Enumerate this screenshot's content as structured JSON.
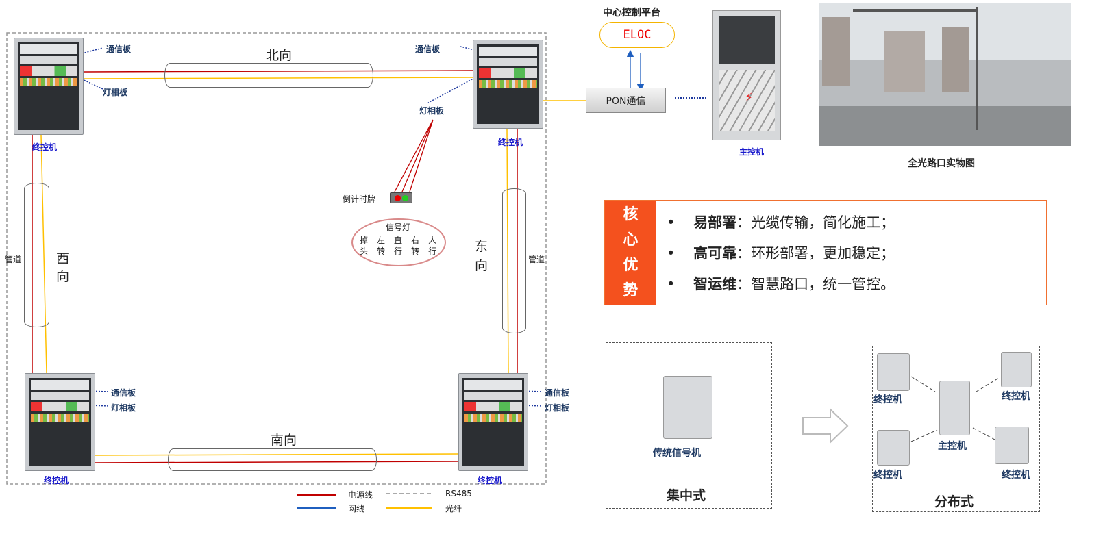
{
  "cabinets": {
    "label": "终控机",
    "comm_board": "通信板",
    "lamp_board": "灯相板"
  },
  "directions": {
    "north": "北向",
    "south": "南向",
    "west": "西向",
    "east": "东向",
    "pipe": "管道"
  },
  "countdown": "倒计时牌",
  "signal": {
    "title": "信号灯",
    "items": [
      [
        "掉",
        "头"
      ],
      [
        "左",
        "转"
      ],
      [
        "直",
        "行"
      ],
      [
        "右",
        "转"
      ],
      [
        "人",
        "行"
      ]
    ]
  },
  "legend": {
    "power": "电源线",
    "network": "网线",
    "rs485": "RS485",
    "fiber": "光纤",
    "colors": {
      "power": "#c00000",
      "network": "#1f5fbf",
      "fiber": "#ffc000"
    }
  },
  "platform": {
    "title": "中心控制平台",
    "cloud": "ELOC",
    "pon": "PON通信",
    "master": "主控机"
  },
  "photo": {
    "caption": "全光路口实物图"
  },
  "advantages": {
    "side": [
      "核",
      "心",
      "优",
      "势"
    ],
    "items": [
      {
        "key": "易部署",
        "text": "：光缆传输，简化施工；"
      },
      {
        "key": "高可靠",
        "text": "：环形部署，更加稳定；"
      },
      {
        "key": "智运维",
        "text": "：智慧路口，统一管控。"
      }
    ]
  },
  "centralized": {
    "device": "传统信号机",
    "title": "集中式"
  },
  "distributed": {
    "terminal": "终控机",
    "master": "主控机",
    "title": "分布式"
  }
}
